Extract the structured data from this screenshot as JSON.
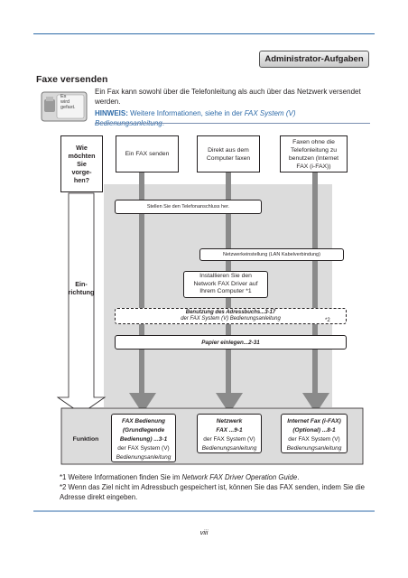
{
  "header": {
    "section_tab": "Administrator-Aufgaben"
  },
  "section": {
    "title": "Faxe versenden",
    "icon_caption_1": "Es",
    "icon_caption_2": "wird",
    "icon_caption_3": "gefaxt.",
    "intro": "Ein Fax kann sowohl über die Telefonleitung als auch über das Netzwerk versendet werden.",
    "hint_label": "HINWEIS:",
    "hint_text": "Weitere Informationen, siehe in der",
    "hint_ref": "FAX System (V) Bedienungsanleitung",
    "hint_end": "."
  },
  "flow": {
    "question": [
      "Wie",
      "möchten",
      "Sie",
      "vorge-",
      "hen?"
    ],
    "options": [
      "Ein FAX senden",
      "Direkt aus dem Computer faxen",
      "Faxen ohne die Telefonleitung zu benutzen (Internet FAX (i-FAX))"
    ],
    "setup_label": [
      "Ein-",
      "richtung"
    ],
    "step_phone": "Stellen Sie den Telefonanschluss her.",
    "step_network": "Netzwerkeinstellung (LAN Kabelverbindung)",
    "step_driver": "Installieren Sie den Network FAX Driver auf Ihrem Computer *1",
    "step_addressbook_title": "Benutzung des Adressbuchs...3-17",
    "step_addressbook_ref": "der FAX System (V) Bedienungsanleitung",
    "step_addressbook_note": "*2",
    "step_paper": "Papier einlegen...2-31",
    "function_label": "Funktion",
    "functions": [
      {
        "title_1": "FAX Bedienung",
        "title_2": "(Grundlegende",
        "title_3": "Bedienung) ...3-1",
        "ref_1": "der FAX System (V)",
        "ref_2": "Bedienungsanleitung"
      },
      {
        "title_1": "Netzwerk",
        "title_2": "FAX ...9-1",
        "title_3": "",
        "ref_1": "der FAX System (V)",
        "ref_2": "Bedienungsanleitung"
      },
      {
        "title_1": "Internet Fax (i-FAX)",
        "title_2": "(Optional) ...8-1",
        "title_3": "",
        "ref_1": "der FAX System (V)",
        "ref_2": "Bedienungsanleitung"
      }
    ]
  },
  "footnotes": {
    "note1_prefix": "*1 Weitere Informationen finden Sie im",
    "note1_ref": "Network FAX Driver Operation Guide",
    "note1_end": ".",
    "note2": "*2 Wenn das Ziel nicht im Adressbuch gespeichert ist, können Sie das FAX senden, indem Sie die Adresse direkt eingeben."
  },
  "page_number": "viii",
  "colors": {
    "accent": "#2d6aa8",
    "bar": "#8a8a8a",
    "band": "#dcdcdc"
  }
}
